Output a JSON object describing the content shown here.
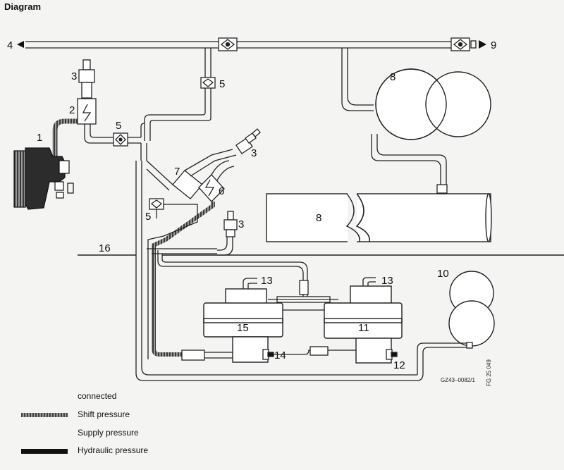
{
  "header": {
    "title": "Diagram"
  },
  "labels": {
    "l1": "1",
    "l2": "2",
    "l3a": "3",
    "l3b": "3",
    "l3c": "3",
    "l4": "4",
    "l5a": "5",
    "l5b": "5",
    "l5c": "5",
    "l6": "6",
    "l7": "7",
    "l8a": "8",
    "l8b": "8",
    "l9": "9",
    "l10": "10",
    "l11": "11",
    "l12": "12",
    "l13a": "13",
    "l13b": "13",
    "l14": "14",
    "l15": "15",
    "l16": "16"
  },
  "codes": {
    "drawing_no": "GZ43–0082/1",
    "side_code": "FG 25 049"
  },
  "legend": {
    "connected": "connected",
    "shift": "Shift pressure",
    "supply": "Supply pressure",
    "hydraulic": "Hydraulic pressure"
  },
  "colors": {
    "line": "#111111",
    "shift_fill": "#555555",
    "paper": "#f4f4f2"
  }
}
